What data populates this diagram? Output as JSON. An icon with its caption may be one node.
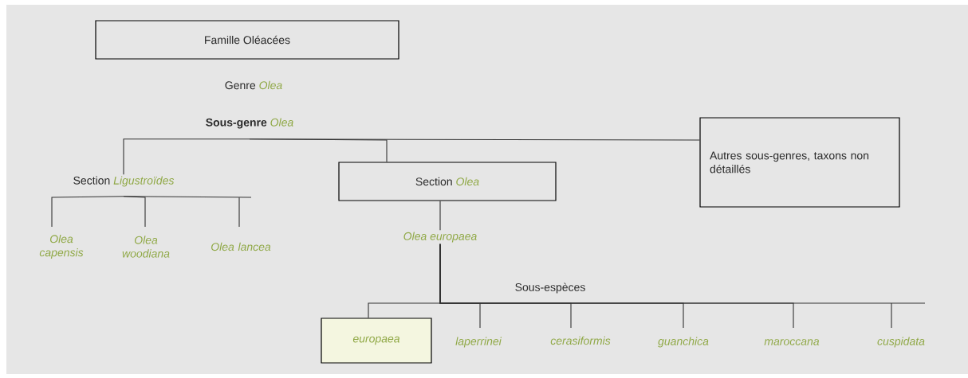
{
  "diagram": {
    "nodes": [
      {
        "text": [
          "Famille Oléacées"
        ]
      },
      {
        "text": [
          "Genre *Olea*"
        ]
      },
      {
        "text": [
          "**Sous-genre** *Olea*"
        ]
      },
      {
        "text": [
          "Section *Ligustroïdes*"
        ]
      },
      {
        "text": [
          "Section *Olea*"
        ]
      },
      {
        "text": [
          "Autres sous-genres, taxons non détaillés"
        ]
      },
      {
        "text": [
          "Olea capensis"
        ]
      },
      {
        "text": [
          "Olea woodiana"
        ]
      },
      {
        "text": [
          "Olea lancea"
        ]
      },
      {
        "text": [
          "Olea europaea"
        ]
      },
      {
        "text": [
          "europaea"
        ]
      },
      {
        "text": [
          "laperrinei"
        ]
      },
      {
        "text": [
          "cerasiformis"
        ]
      },
      {
        "text": [
          "guanchica"
        ]
      },
      {
        "text": [
          "maroccana"
        ]
      },
      {
        "text": [
          "cuspidata"
        ]
      }
    ],
    "edges": [
      {
        "from": 2,
        "to": 3,
        "arrow": "none"
      },
      {
        "from": 2,
        "to": 4,
        "arrow": "none"
      },
      {
        "from": 2,
        "to": 5,
        "arrow": "none"
      },
      {
        "from": 3,
        "to": 6,
        "arrow": "none"
      },
      {
        "from": 3,
        "to": 7,
        "arrow": "none"
      },
      {
        "from": 3,
        "to": 8,
        "arrow": "none"
      },
      {
        "from": 4,
        "to": 9,
        "arrow": "none"
      },
      {
        "from": 9,
        "to": 10,
        "arrow": "none"
      },
      {
        "from": 9,
        "to": 11,
        "arrow": "none"
      },
      {
        "from": 9,
        "to": 12,
        "arrow": "none"
      },
      {
        "from": 9,
        "to": 13,
        "arrow": "none"
      },
      {
        "from": 9,
        "to": 14,
        "arrow": "none"
      },
      {
        "from": 9,
        "to": 15,
        "arrow": "none"
      }
    ],
    "labels": [
      "Sous-espèces"
    ]
  }
}
